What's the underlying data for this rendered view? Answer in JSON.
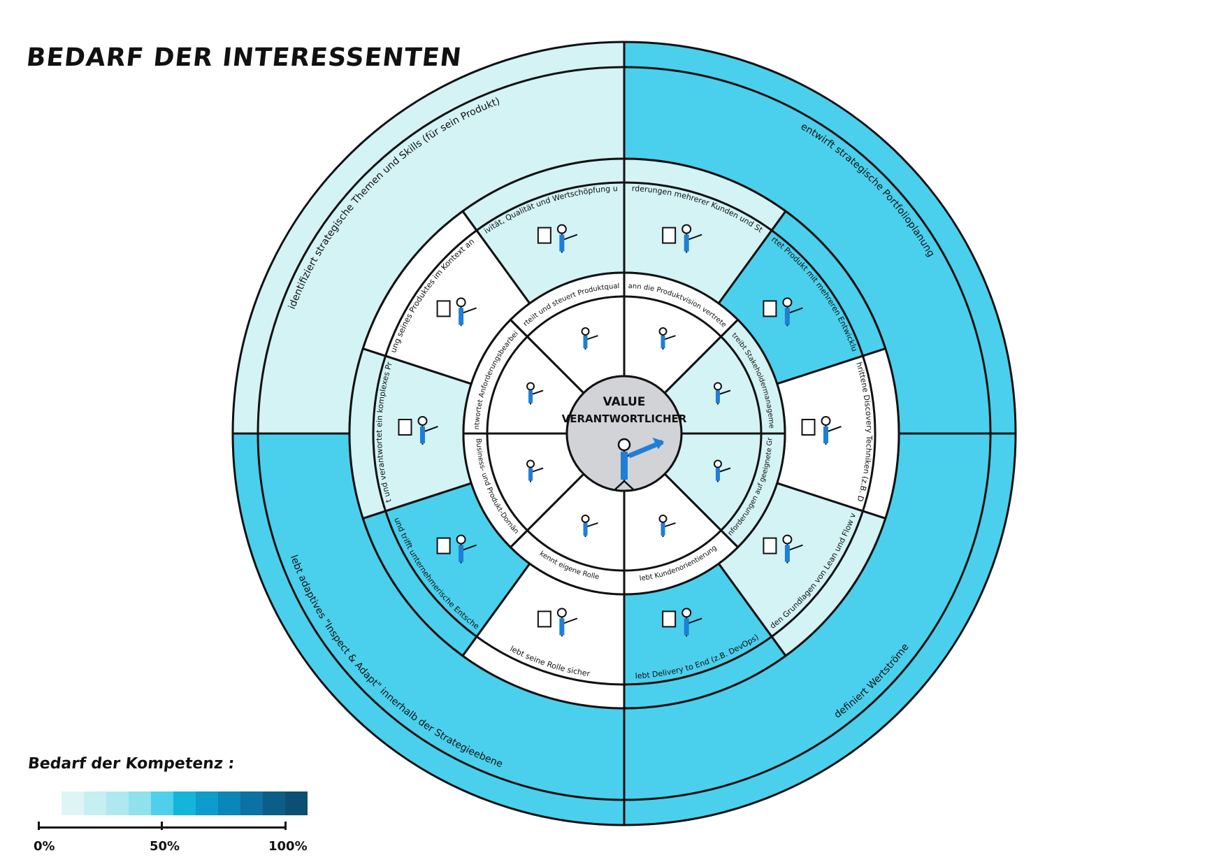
{
  "title": "BEDARF DER INTERESSENTEN",
  "center": {
    "line1": "VALUE",
    "line2": "VERANTWORTLICHER"
  },
  "colors": {
    "dark": "#4ad0ec",
    "light": "#d3f3f5",
    "white": "#ffffff",
    "center": "#d1d3d6",
    "stroke": "#111111",
    "icon_blue": "#1e7fd6"
  },
  "outer_ring": [
    {
      "label": "entwirft strategische Portfolioplanung",
      "level": "high"
    },
    {
      "label": "definiert Wertströme",
      "level": "high"
    },
    {
      "label": "lebt adaptives \"Inspect & Adapt\" innerhalb der Strategieebene",
      "level": "high"
    },
    {
      "label": "identifiziert strategische Themen und Skills (für sein Produkt)",
      "level": "low"
    }
  ],
  "middle_ring": [
    {
      "label": "priorisiert zielsicher Anforderungen mehrerer Kunden und Stakeholder an ein Produkt",
      "level": "light"
    },
    {
      "label": "verantwortet Produkt mit mehreren Entwicklungsteams",
      "level": "dark"
    },
    {
      "label": "kennt fortgeschrittene Discovery Techniken (z.B. Design Thinking)",
      "level": "white"
    },
    {
      "label": "ist mit den Grundlagen von Lean und Flow vertraut",
      "level": "light"
    },
    {
      "label": "lebt Delivery to End (z.B. DevOps)",
      "level": "dark"
    },
    {
      "label": "lebt seine Rolle sicher",
      "level": "white"
    },
    {
      "label": "bewertet und trifft unternehmerische Entscheidungen",
      "level": "dark"
    },
    {
      "label": "steuert und verantwortet ein komplexes Produkt",
      "level": "light"
    },
    {
      "label": "versteht die Bedeutung seines Produktes im Kontext anderer Entwicklungen",
      "level": "white"
    },
    {
      "label": "misst seine Produktivität, Qualität und Wertschöpfung und verbessert diese",
      "level": "light"
    }
  ],
  "inner_ring": [
    {
      "label": "kann die Produktvision vertreten",
      "level": "white"
    },
    {
      "label": "betreibt Stakeholdermanagement",
      "level": "light"
    },
    {
      "label": "validiert Feature-Anforderungen auf geeignete Granularität / Nutzen",
      "level": "light"
    },
    {
      "label": "lebt Kundenorientierung",
      "level": "white"
    },
    {
      "label": "kennt eigene Rolle",
      "level": "white"
    },
    {
      "label": "verfügt über Business- und Produkt-Domänenkenntnisse",
      "level": "white"
    },
    {
      "label": "verantwortet Anforderungsbearbeitung",
      "level": "white"
    },
    {
      "label": "beurteilt und steuert Produktqualität",
      "level": "white"
    }
  ],
  "legend": {
    "title": "Bedarf der Kompetenz :",
    "swatches": [
      "#dff5f5",
      "#c6eff2",
      "#aee9ef",
      "#8fe1ec",
      "#4ecfea",
      "#14b5da",
      "#0d9ccb",
      "#0a86b8",
      "#0b72a3",
      "#0b5e88",
      "#0b4f73"
    ],
    "ticks": [
      "0%",
      "50%",
      "100%"
    ]
  }
}
